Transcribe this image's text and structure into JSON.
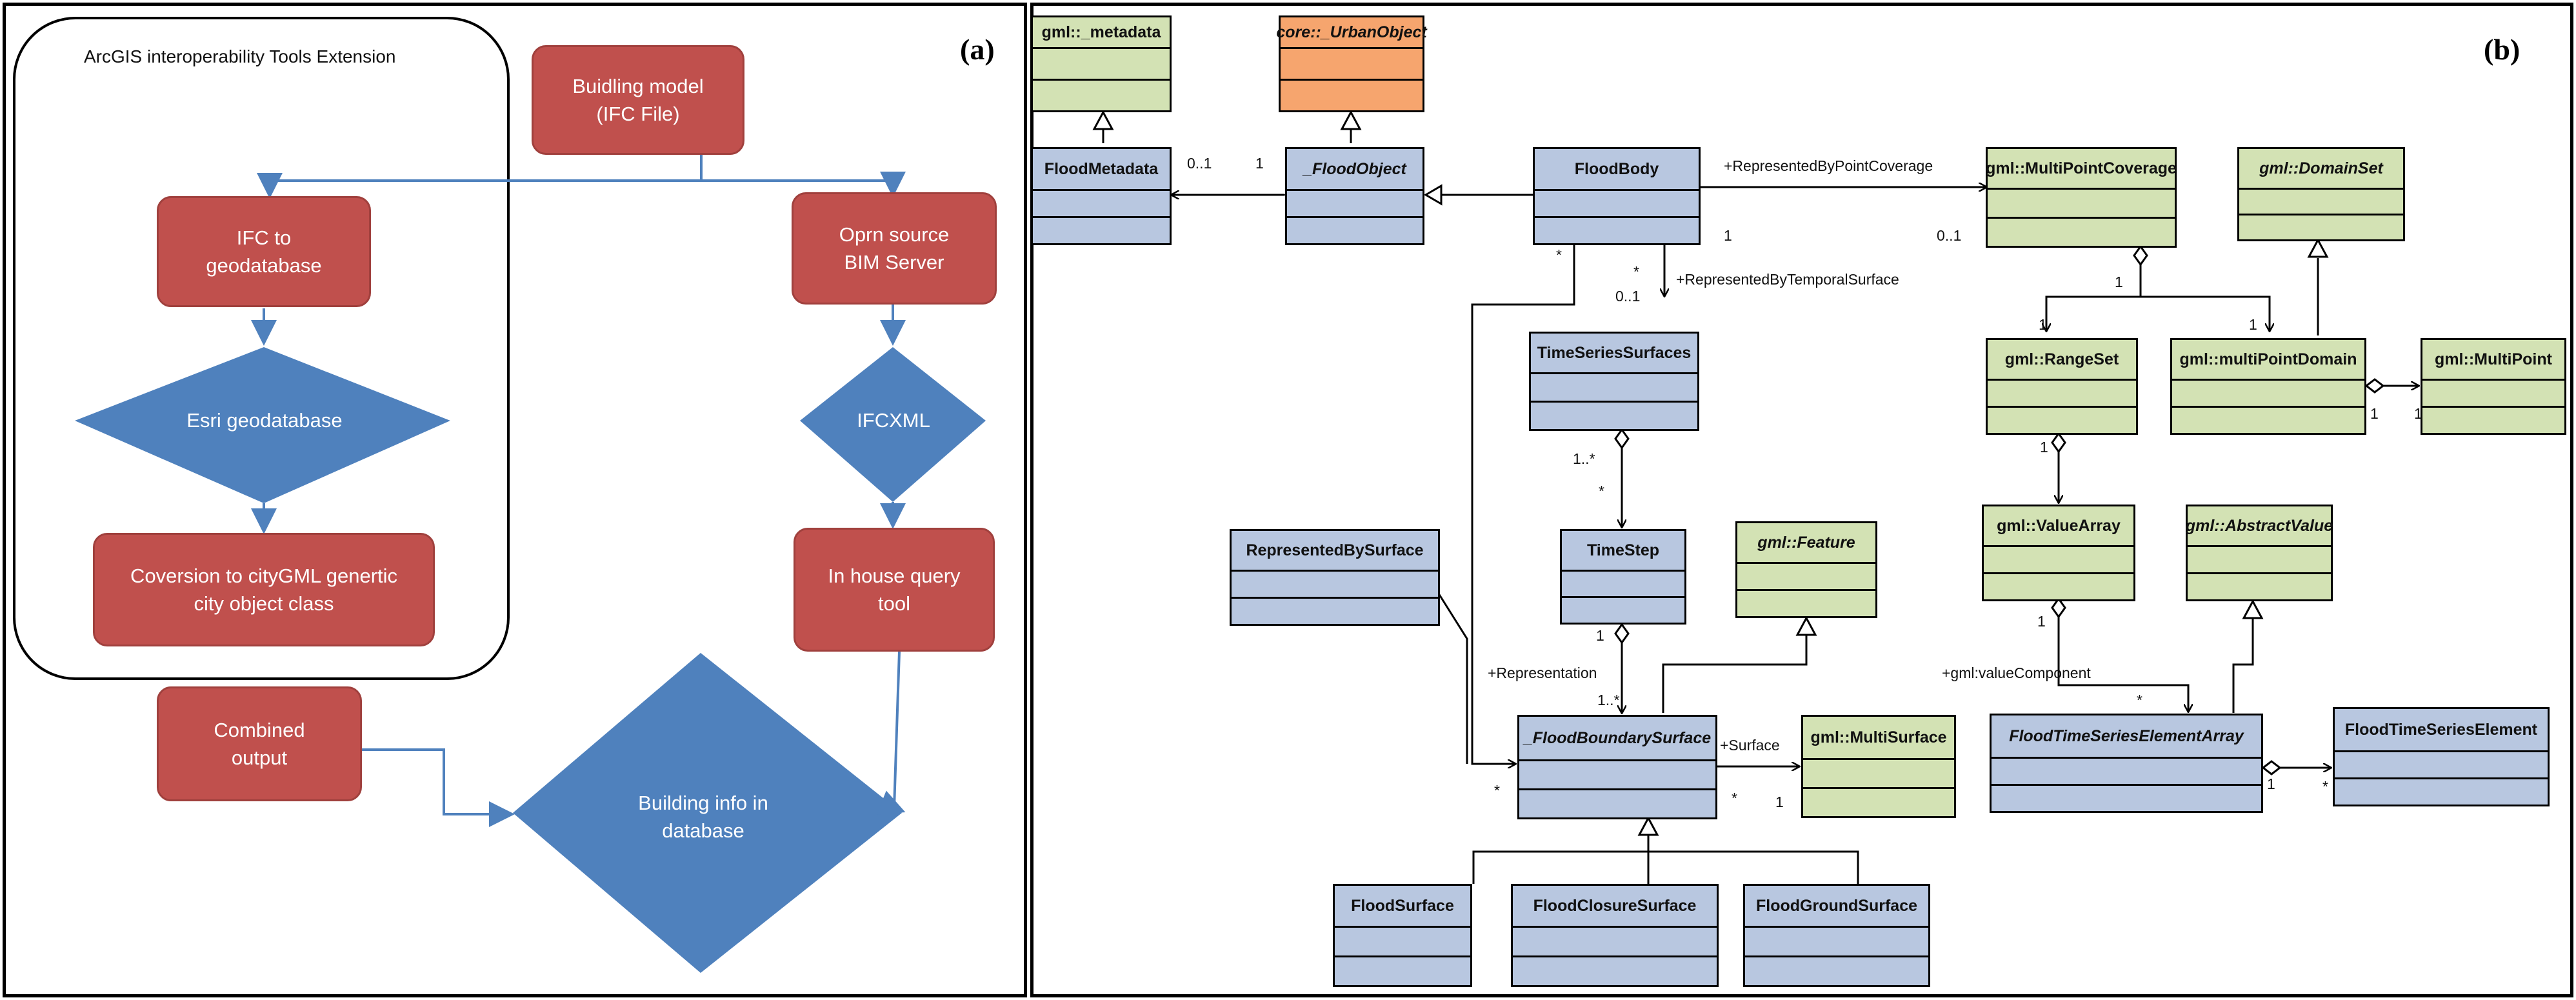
{
  "panel_a": {
    "label": "(a)",
    "extension_label": "ArcGIS interoperability Tools Extension",
    "nodes": {
      "building_model": "Buidling model\n(IFC File)",
      "ifc_to_gdb": "IFC to\ngeodatabase",
      "esri_gdb": "Esri geodatabase",
      "conversion": "Coversion to cityGML  genertic\ncity  object class",
      "open_source": "Oprn source\nBIM Server",
      "ifcxml": "IFCXML",
      "query_tool": "In house query\ntool",
      "combined": "Combined\noutput",
      "building_info": "Building info in\ndatabase"
    },
    "colors": {
      "process": "#c0504d",
      "decision": "#4f81bd",
      "arrow": "#4f81bd"
    }
  },
  "panel_b": {
    "label": "(b)",
    "classes": {
      "gml_metadata": "gml::_metadata",
      "urban_object": "core::_UrbanObject",
      "flood_metadata": "FloodMetadata",
      "flood_object": "_FloodObject",
      "flood_body": "FloodBody",
      "multipoint_coverage": "gml::MultiPointCoverage",
      "domain_set": "gml::DomainSet",
      "time_series_surfaces": "TimeSeriesSurfaces",
      "range_set": "gml::RangeSet",
      "multipoint_domain": "gml::multiPointDomain",
      "multipoint": "gml::MultiPoint",
      "represented_by_surface": "RepresentedBySurface",
      "time_step": "TimeStep",
      "feature": "gml::Feature",
      "value_array": "gml::ValueArray",
      "abstract_value": "gml::AbstractValue",
      "flood_boundary_surface": "_FloodBoundarySurface",
      "multi_surface": "gml::MultiSurface",
      "flood_ts_element_array": "FloodTimeSeriesElementArray",
      "flood_ts_element": "FloodTimeSeriesElement",
      "flood_surface": "FloodSurface",
      "flood_closure_surface": "FloodClosureSurface",
      "flood_ground_surface": "FloodGroundSurface"
    },
    "labels": {
      "m_01_a": "0..1",
      "m_1_a": "1",
      "represented_by_point_coverage": "+RepresentedByPointCoverage",
      "m_1_b": "1",
      "m_01_b": "0..1",
      "m_star_a": "*",
      "m_star_b": "*",
      "m_01_c": "0..1",
      "represented_by_temporal_surface": "+RepresentedByTemporalSurface",
      "m_1_c": "1",
      "m_1_d": "1",
      "m_1_e": "1",
      "m_1_f": "1",
      "m_1_g": "1",
      "m_1star_a": "1..*",
      "m_star_c": "*",
      "m_1_h": "1",
      "m_1_i": "1",
      "representation": "+Representation",
      "m_1star_b": "1..*",
      "surface": "+Surface",
      "m_star_d": "*",
      "m_1_j": "1",
      "m_star_e": "*",
      "m_1_k": "1",
      "value_component": "+gml:valueComponent",
      "m_star_f": "*",
      "m_1_l": "1",
      "m_star_g": "*"
    },
    "colors": {
      "gml_class": "#d3e2b4",
      "flood_class": "#b8c7e0",
      "core_class": "#f6a56e"
    }
  }
}
